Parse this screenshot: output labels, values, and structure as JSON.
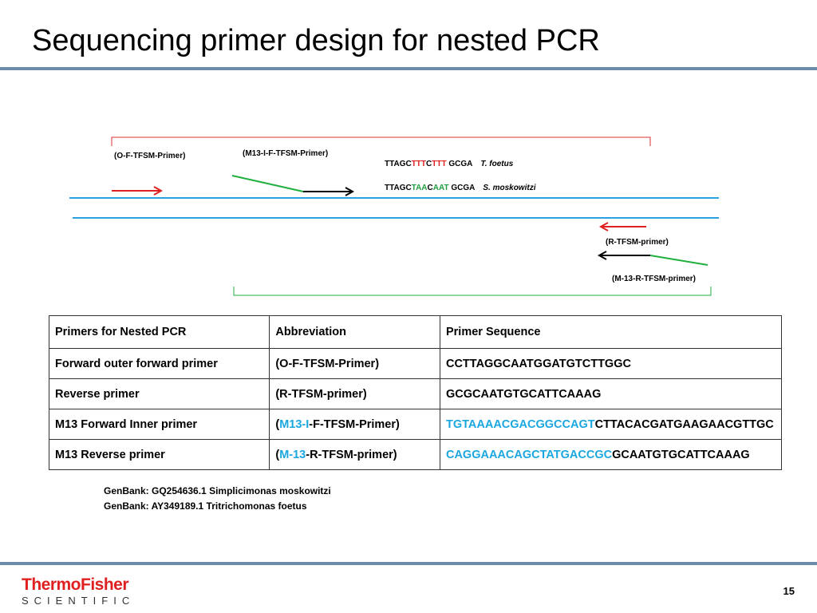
{
  "title": "Sequencing primer design for nested PCR",
  "diagram": {
    "o_f_label": "(O-F-TFSM-Primer)",
    "m13_f_label": "(M13-I-F-TFSM-Primer)",
    "r_label": "(R-TFSM-primer)",
    "m13_r_label": "(M-13-R-TFSM-primer)",
    "seq1": {
      "prefix": "TTAGC",
      "red1": "TTT",
      "mid": "C",
      "red2": "TTT",
      "suffix": " GCGA",
      "species": "T. foetus"
    },
    "seq2": {
      "prefix": "TTAGC",
      "grn1": "TAA",
      "mid": "C",
      "grn2": "AAT",
      "suffix": " GCGA",
      "species": "S. moskowitzi"
    },
    "colors": {
      "forward_outer": "#e02020",
      "inner": "#20b040",
      "inner_arrow": "#000000",
      "strand": "#2aa0e0",
      "bracket_top": "#e03030",
      "bracket_bottom": "#20b040"
    }
  },
  "table": {
    "headers": [
      "Primers for Nested PCR",
      "Abbreviation",
      "Primer Sequence"
    ],
    "rows": [
      {
        "primer": "Forward outer forward primer",
        "abbr": "(O-F-TFSM-Primer)",
        "seq": "CCTTAGGCAATGGATGTCTTGGC"
      },
      {
        "primer": "Reverse primer",
        "abbr": "(R-TFSM-primer)",
        "seq": "GCGCAATGTGCATTCAAAG"
      },
      {
        "primer": "M13 Forward Inner primer",
        "abbr_pre": "(",
        "abbr_cyan": "M13-I",
        "abbr_post": "-F-TFSM-Primer)",
        "seq_cyan": "TGTAAAACGACGGCCAGT",
        "seq": "CTTACACGATGAAGAACGTTGC"
      },
      {
        "primer": "M13 Reverse primer",
        "abbr_pre": "(",
        "abbr_cyan": "M-13",
        "abbr_post": "-R-TFSM-primer)",
        "seq_cyan": "CAGGAAACAGCTATGACCGC",
        "seq": "GCAATGTGCATTCAAAG"
      }
    ]
  },
  "genbank": [
    "GenBank: GQ254636.1 Simplicimonas moskowitzi",
    "GenBank: AY349189.1 Tritrichomonas foetus"
  ],
  "footer": {
    "logo_top": "ThermoFisher",
    "logo_bottom": "SCIENTIFIC",
    "page_number": "15"
  }
}
